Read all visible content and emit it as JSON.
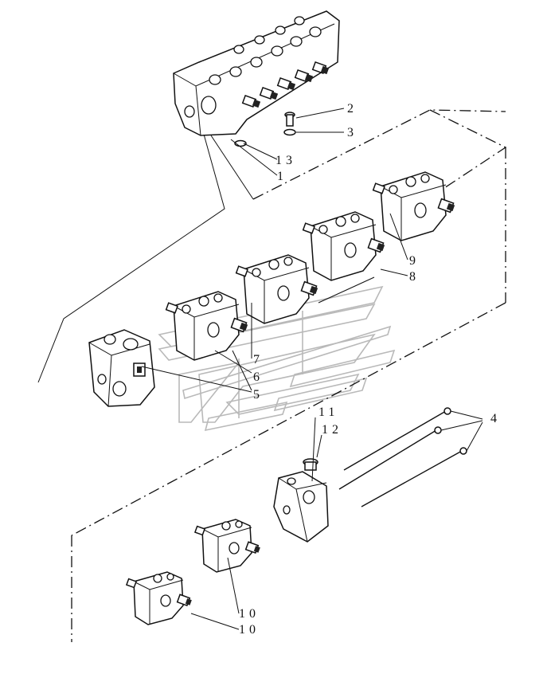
{
  "callouts": [
    {
      "id": "c2",
      "text": "2"
    },
    {
      "id": "c3",
      "text": "3"
    },
    {
      "id": "c13",
      "text": "13"
    },
    {
      "id": "c1",
      "text": "1"
    },
    {
      "id": "c9",
      "text": "9"
    },
    {
      "id": "c8",
      "text": "8"
    },
    {
      "id": "c7",
      "text": "7"
    },
    {
      "id": "c6",
      "text": "6"
    },
    {
      "id": "c5",
      "text": "5"
    },
    {
      "id": "c11",
      "text": "11"
    },
    {
      "id": "c12",
      "text": "12"
    },
    {
      "id": "c4",
      "text": "4"
    },
    {
      "id": "c10a",
      "text": "10"
    },
    {
      "id": "c10b",
      "text": "10"
    }
  ],
  "icons": {
    "watermark": "brand-logo-watermark",
    "valve": "control-valve-section-icon",
    "bolt": "bolt-icon",
    "washer": "washer-icon",
    "plug": "plug-icon",
    "rod": "tie-rod-icon"
  },
  "colors": {
    "ink": "#111111",
    "watermark": "#b9b9b9",
    "background": "#ffffff"
  }
}
